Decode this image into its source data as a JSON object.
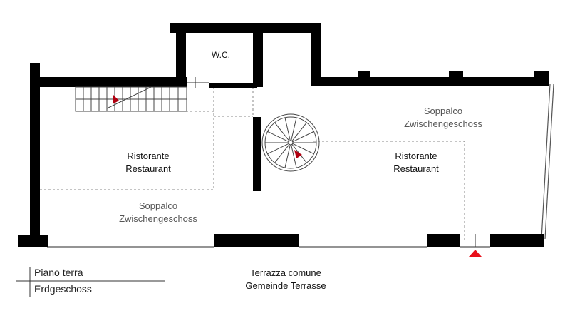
{
  "labels": {
    "wc": "W.C.",
    "restaurant_left_it": "Ristorante",
    "restaurant_left_de": "Restaurant",
    "restaurant_right_it": "Ristorante",
    "restaurant_right_de": "Restaurant",
    "mezzanine_top_it": "Soppalco",
    "mezzanine_top_de": "Zwischengeschoss",
    "mezzanine_bottom_it": "Soppalco",
    "mezzanine_bottom_de": "Zwischengeschoss",
    "terrace_it": "Terrazza comune",
    "terrace_de": "Gemeinde Terrasse"
  },
  "legend": {
    "floor_it": "Piano terra",
    "floor_de": "Erdgeschoss"
  },
  "colors": {
    "wall": "#000000",
    "dashed": "#888888",
    "thin": "#555555",
    "mezzanine_text": "#555555",
    "entrance_marker": "#e8101a",
    "stair_arrow": "#b00010"
  }
}
